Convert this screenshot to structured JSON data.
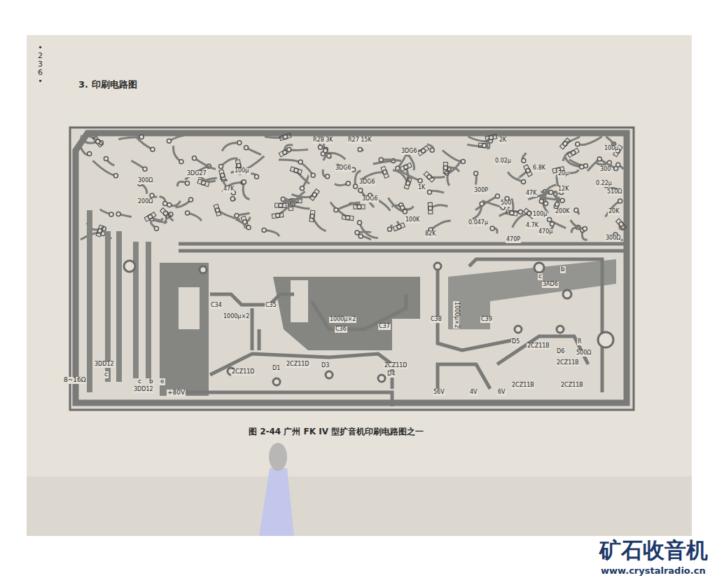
{
  "diagram": {
    "title": "3. 印刷电路图",
    "caption": "图 2-44 广州 FK IV 型扩音机印刷电路图之一",
    "labels": [
      "• 236 •",
      "R28 3K",
      "R27 15K",
      "3DG6",
      "3DG6",
      "3DG6",
      "3DG6",
      "100μ",
      "300",
      "0.22μ",
      "510Ω",
      "20K",
      "200K",
      "12K",
      "20μ",
      "300Ω",
      "470μ",
      "6.8K",
      "47K",
      "500",
      "4.7K",
      "0.02μ",
      "300P",
      "0.047μ",
      "470P",
      "100μ",
      "2K",
      "100K",
      "82K",
      "3DG27",
      "47K",
      "300Ω",
      "200Ω",
      "100μ",
      "1K",
      "1000μ×2",
      "C34",
      "C35",
      "1000μ×2",
      "C36",
      "C37",
      "1000μ×2",
      "C38",
      "C39",
      "3AD6",
      "b",
      "c",
      "2CZ11D",
      "D1",
      "2CZ11D",
      "D3",
      "2CZ11D",
      "D4",
      "2CZ11B",
      "D5",
      "D6",
      "2CZ11B",
      "R",
      "500Ω",
      "2CZ11B",
      "2CZ11B",
      "56V",
      "4V",
      "6V",
      "8~16Ω",
      "3DD12",
      "c",
      "c",
      "b",
      "e",
      "3DD12",
      "+80V",
      "矿石收音机",
      "www.crystalradio.cn"
    ]
  }
}
